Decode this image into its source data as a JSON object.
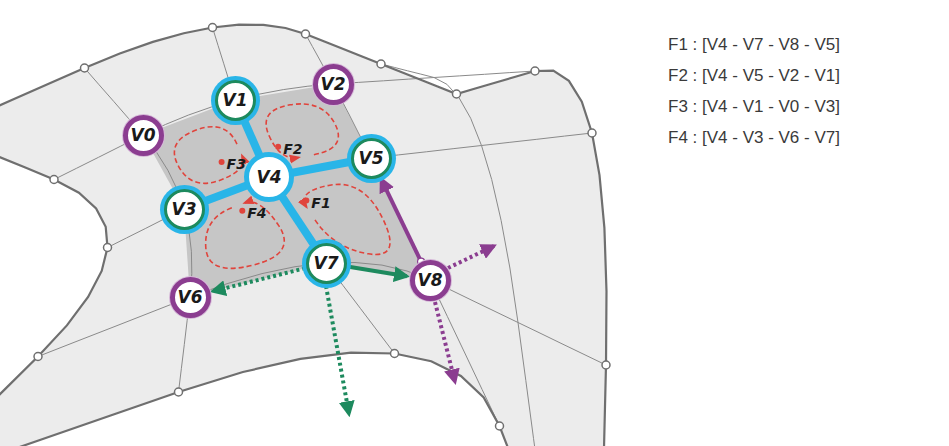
{
  "diagram": {
    "nodes": [
      {
        "text": [
          "V0"
        ]
      },
      {
        "text": [
          "V1"
        ]
      },
      {
        "text": [
          "V2"
        ]
      },
      {
        "text": [
          "V3"
        ]
      },
      {
        "text": [
          "V4"
        ]
      },
      {
        "text": [
          "V5"
        ]
      },
      {
        "text": [
          "V6"
        ]
      },
      {
        "text": [
          "V7"
        ]
      },
      {
        "text": [
          "V8"
        ]
      }
    ],
    "edges": [
      {
        "from": 1,
        "to": 4,
        "arrow": "none"
      },
      {
        "from": 4,
        "to": 5,
        "arrow": "none"
      },
      {
        "from": 3,
        "to": 4,
        "arrow": "none"
      },
      {
        "from": 4,
        "to": 7,
        "arrow": "none"
      },
      {
        "from": 7,
        "to": 8,
        "arrow": "to"
      },
      {
        "from": 8,
        "to": 5,
        "arrow": "to"
      },
      {
        "from": 7,
        "to": 6,
        "arrow": "to"
      }
    ],
    "labels": [
      "F1",
      "F2",
      "F3",
      "F4",
      "F1 : [V4 - V7 - V8 - V5]",
      "F2 : [V4 - V5 - V2 - V1]",
      "F3 : [V4 - V1 - V0 - V3]",
      "F4 : [V4 - V3 - V6 - V7]"
    ]
  }
}
